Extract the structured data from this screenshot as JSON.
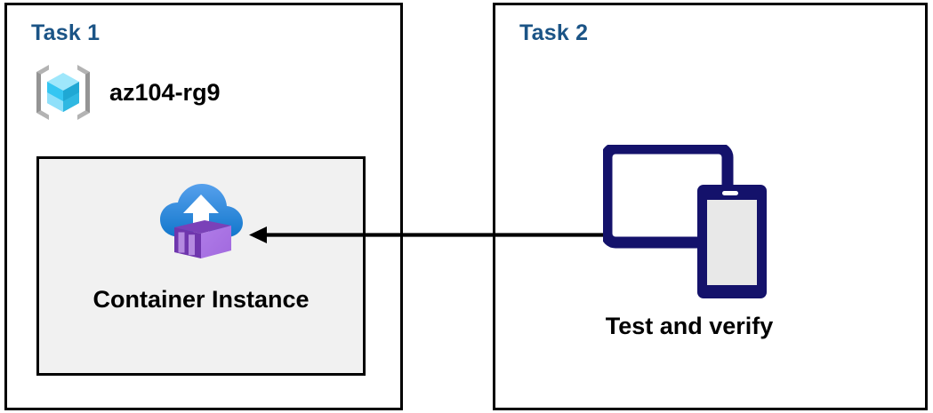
{
  "diagram": {
    "title": "Azure Container Instance task diagram",
    "background_color": "#ffffff"
  },
  "colors": {
    "panel_border": "#000000",
    "task_heading": "#1b5486",
    "card_background": "#f1f1f1",
    "arrow": "#000000",
    "device_navy": "#14126b",
    "container_purple": "#a36ee0",
    "cloud_blue": "#1e88dd",
    "cube_cyan": "#32c8f0",
    "bracket_gray": "#a6a6a6"
  },
  "panels": [
    {
      "id": "task1",
      "title": "Task 1",
      "resource_group": {
        "name": "az104-rg9",
        "icon": "azure-resource-group-icon"
      },
      "card": {
        "label": "Container Instance",
        "icon": "azure-container-instance-icon",
        "background": "#f1f1f1"
      }
    },
    {
      "id": "task2",
      "title": "Task 2",
      "device": {
        "label": "Test and verify",
        "icon": "tablet-and-phone-icon"
      }
    }
  ],
  "arrow": {
    "name": "flow-arrow-right-to-left",
    "direction": "left",
    "from": "Test and verify",
    "to": "Container Instance",
    "color": "#000000"
  }
}
